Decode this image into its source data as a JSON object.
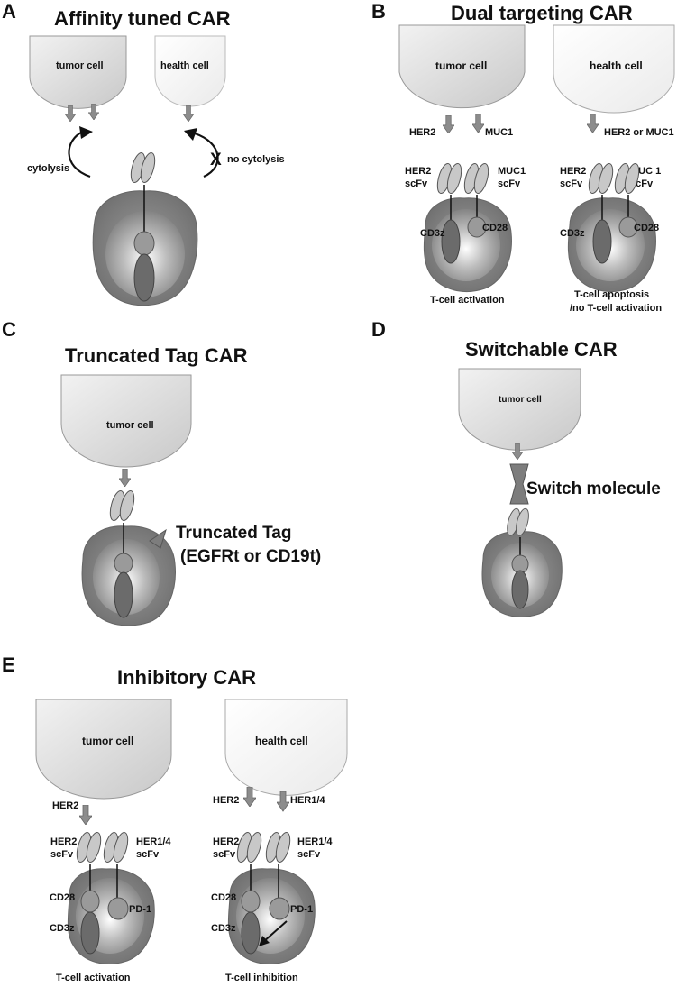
{
  "panels": {
    "a": {
      "letter": "A",
      "title": "Affinity tuned CAR",
      "tumor_cell": "tumor cell",
      "health_cell": "health cell",
      "cytolysis": "cytolysis",
      "no_cytolysis_mark": "X",
      "no_cytolysis": "no cytolysis"
    },
    "b": {
      "letter": "B",
      "title": "Dual targeting CAR",
      "tumor_cell": "tumor cell",
      "health_cell": "health cell",
      "her2": "HER2",
      "muc1": "MUC1",
      "her2_or_muc1": "HER2 or MUC1",
      "left_scfv1_l1": "HER2",
      "left_scfv1_l2": "scFv",
      "left_scfv2_l1": "MUC1",
      "left_scfv2_l2": "scFv",
      "right_scfv1_l1": "HER2",
      "right_scfv1_l2": "scFv",
      "right_scfv2_l1": "MUC 1",
      "right_scfv2_l2": "scFv",
      "cd3z_left": "CD3z",
      "cd28_left": "CD28",
      "cd3z_right": "CD3z",
      "cd28_right": "CD28",
      "activation": "T-cell activation",
      "apoptosis_l1": "T-cell apoptosis",
      "apoptosis_l2": "/no T-cell activation"
    },
    "c": {
      "letter": "C",
      "title": "Truncated Tag CAR",
      "tumor_cell": "tumor cell",
      "tag_l1": "Truncated Tag",
      "tag_l2": "(EGFRt or CD19t)"
    },
    "d": {
      "letter": "D",
      "title": "Switchable CAR",
      "tumor_cell": "tumor cell",
      "switch": "Switch molecule"
    },
    "e": {
      "letter": "E",
      "title": "Inhibitory CAR",
      "tumor_cell": "tumor cell",
      "health_cell": "health cell",
      "her2_left": "HER2",
      "her2_right": "HER2",
      "her14_right": "HER1/4",
      "left_scfv1_l1": "HER2",
      "left_scfv1_l2": "scFv",
      "left_scfv2_l1": "HER1/4",
      "left_scfv2_l2": "scFv",
      "right_scfv1_l1": "HER2",
      "right_scfv1_l2": "scFv",
      "right_scfv2_l1": "HER1/4",
      "right_scfv2_l2": "scFv",
      "cd28_left": "CD28",
      "cd3z_left": "CD3z",
      "pd1_left": "PD-1",
      "cd28_right": "CD28",
      "cd3z_right": "CD3z",
      "pd1_right": "PD-1",
      "activation": "T-cell activation",
      "inhibition": "T-cell inhibition"
    }
  },
  "colors": {
    "cell_fill": "#d9d9d9",
    "health_fill": "#f4f4f4",
    "tcell_outer": "#7d7d7d",
    "tcell_inner": "#b3b3b3",
    "domain_fill": "#9a9a9a",
    "cd3z_fill": "#6b6b6b",
    "arrow_fill": "#8c8c8c"
  }
}
